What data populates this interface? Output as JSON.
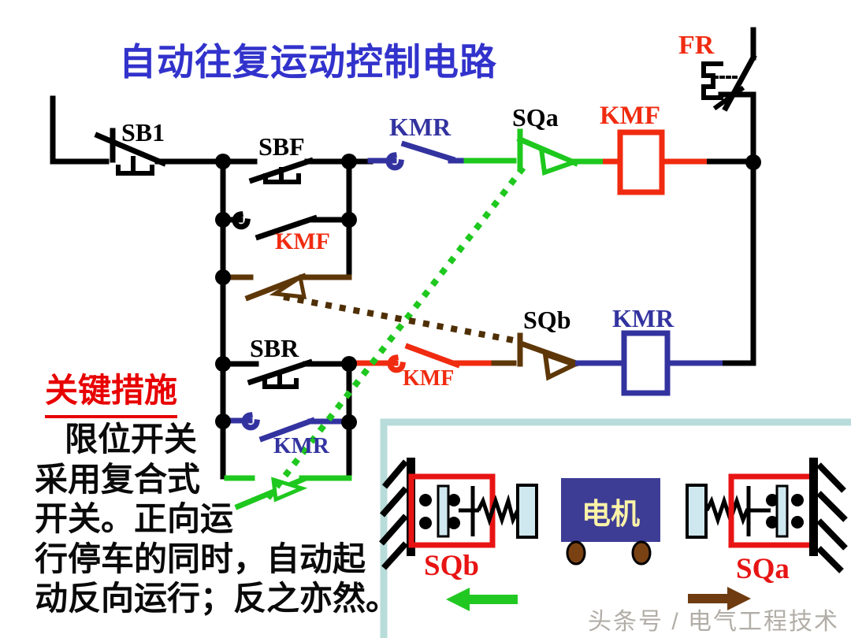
{
  "title": "自动往复运动控制电路",
  "circuit": {
    "fr": "FR",
    "sb1": "SB1",
    "sbf": "SBF",
    "sbr": "SBR",
    "kmr_nc_contact": "KMR",
    "sqa_nc_contact": "SQa",
    "kmf_coil": "KMF",
    "kmf_aux_contact": "KMF",
    "sqb_nc_contact": "SQb",
    "kmr_coil": "KMR",
    "kmf_nc_contact": "KMF",
    "kmr_aux_contact": "KMR"
  },
  "notes": {
    "heading": "关键措施",
    "lines": [
      "限位开关",
      "采用复合式",
      "开关。正向运",
      "行停车的同时，自动起",
      "动反向运行；反之亦然。"
    ]
  },
  "mechanism": {
    "motor": "电机",
    "left_switch": "SQb",
    "right_switch": "SQa"
  },
  "watermark": "头条号 / 电气工程技术",
  "colors": {
    "title_blue": "#3232cc",
    "circuit_red": "#f02b10",
    "circuit_blue": "#3333a0",
    "circuit_green": "#1ec81e",
    "circuit_brown": "#5e3708",
    "dotted_brown": "#4f2f05",
    "panel_border": "#b8dcda",
    "motor_fill": "#3d3d96",
    "motor_text": "#faf3a8",
    "wheel_brown": "#7a4212",
    "slider_fill": "#cfe8ef",
    "switch_box_red": "#e81414",
    "notes_red": "#e80000",
    "watermark_gray": "#b2aea7"
  }
}
